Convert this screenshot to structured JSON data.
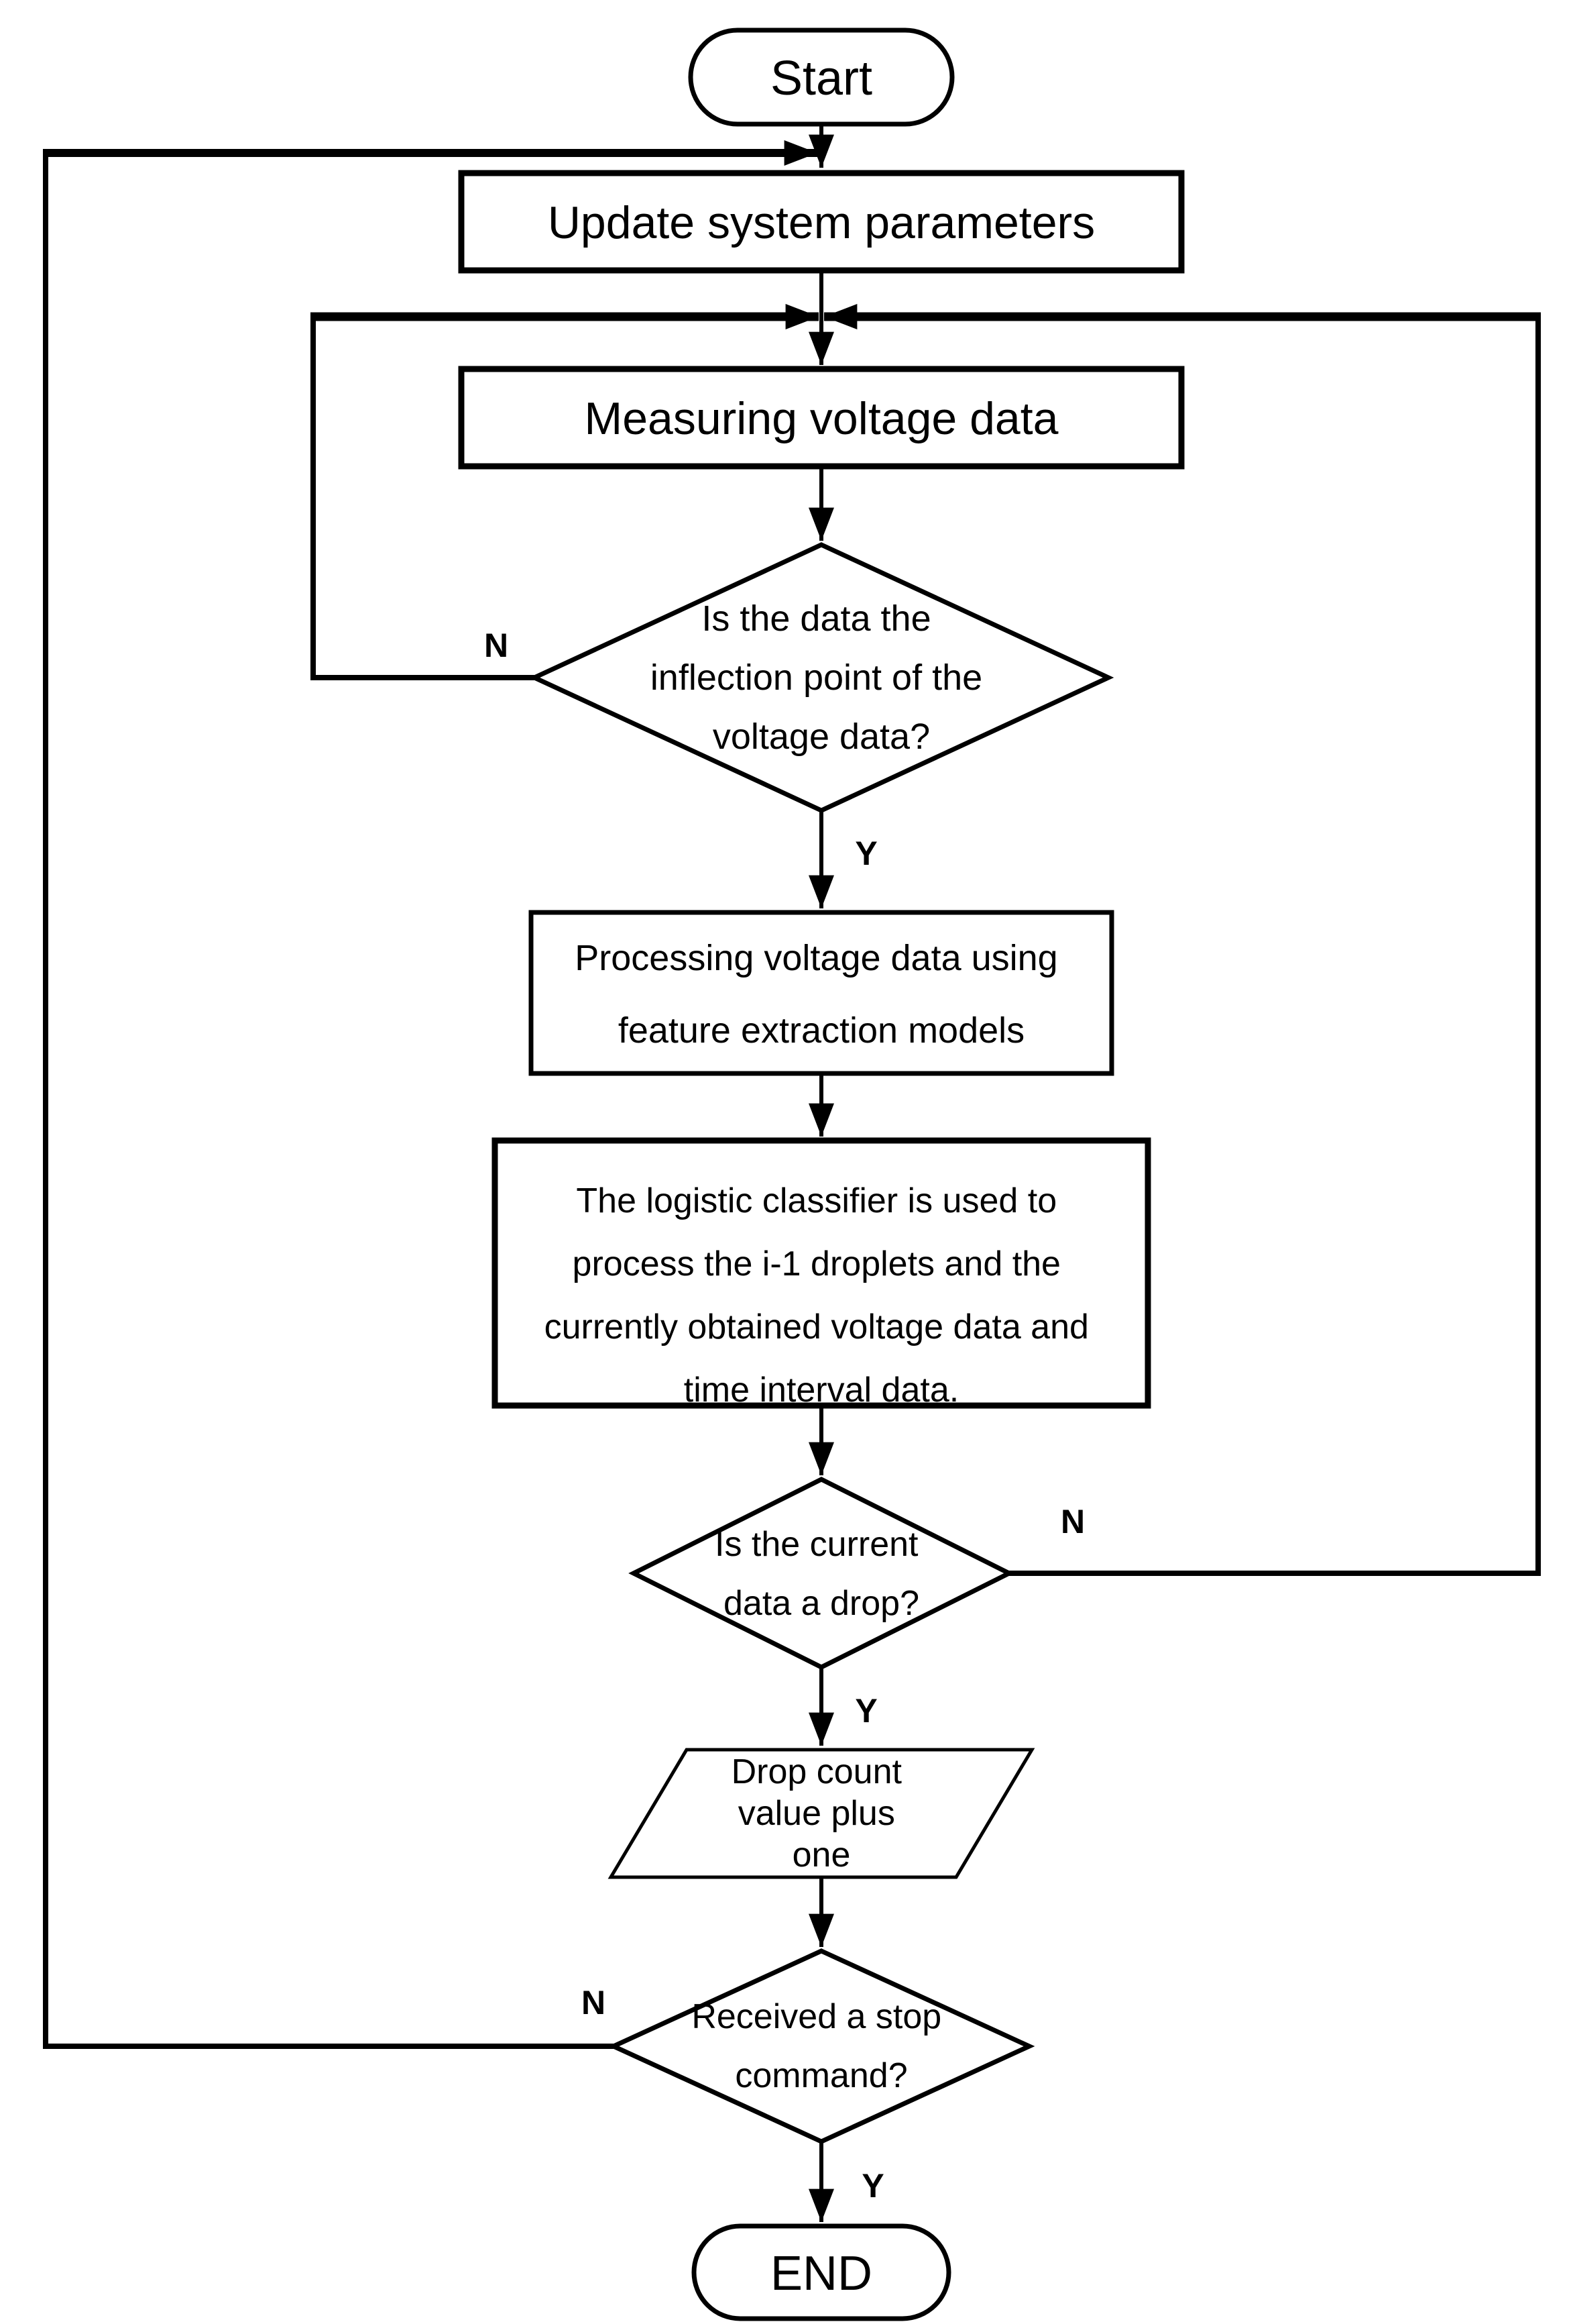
{
  "flowchart": {
    "colors": {
      "stroke": "#000000",
      "background": "#ffffff"
    },
    "nodes": {
      "start": {
        "type": "terminator",
        "label": "Start"
      },
      "update_params": {
        "type": "process",
        "label": "Update system parameters"
      },
      "measure": {
        "type": "process",
        "label": "Measuring voltage data"
      },
      "inflection_decision": {
        "type": "decision",
        "lines": [
          "Is the data the",
          "inflection point of the",
          "voltage data?"
        ]
      },
      "feature_extraction": {
        "type": "process",
        "lines": [
          "Processing voltage data using",
          "feature extraction models"
        ]
      },
      "logistic_classifier": {
        "type": "process",
        "lines": [
          "The logistic classifier is used to",
          "process the i-1 droplets and the",
          "currently obtained voltage data and",
          "time interval data."
        ]
      },
      "drop_decision": {
        "type": "decision",
        "lines": [
          "Is the current",
          "data a drop?"
        ]
      },
      "drop_count": {
        "type": "input-output",
        "lines": [
          "Drop count",
          "value plus",
          "one"
        ]
      },
      "stop_decision": {
        "type": "decision",
        "lines": [
          "Received a stop",
          "command?"
        ]
      },
      "end": {
        "type": "terminator",
        "label": "END"
      }
    },
    "edges": [
      {
        "from": "start",
        "to": "update_params",
        "label": ""
      },
      {
        "from": "update_params",
        "to": "measure",
        "label": ""
      },
      {
        "from": "measure",
        "to": "inflection_decision",
        "label": ""
      },
      {
        "from": "inflection_decision",
        "to": "measure",
        "label": "N"
      },
      {
        "from": "inflection_decision",
        "to": "feature_extraction",
        "label": "Y"
      },
      {
        "from": "feature_extraction",
        "to": "logistic_classifier",
        "label": ""
      },
      {
        "from": "logistic_classifier",
        "to": "drop_decision",
        "label": ""
      },
      {
        "from": "drop_decision",
        "to": "measure",
        "label": "N"
      },
      {
        "from": "drop_decision",
        "to": "drop_count",
        "label": "Y"
      },
      {
        "from": "drop_count",
        "to": "stop_decision",
        "label": ""
      },
      {
        "from": "stop_decision",
        "to": "update_params",
        "label": "N"
      },
      {
        "from": "stop_decision",
        "to": "end",
        "label": "Y"
      }
    ]
  }
}
